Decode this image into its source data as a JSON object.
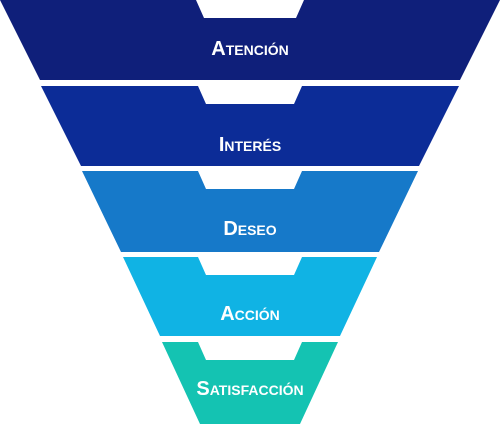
{
  "funnel": {
    "stages": [
      {
        "label": "Atención",
        "color": "#0f1f7a"
      },
      {
        "label": "Interés",
        "color": "#0c2c97"
      },
      {
        "label": "Deseo",
        "color": "#1679c9"
      },
      {
        "label": "Acción",
        "color": "#10b3e4"
      },
      {
        "label": "Satisfacción",
        "color": "#14c3b2"
      }
    ]
  }
}
